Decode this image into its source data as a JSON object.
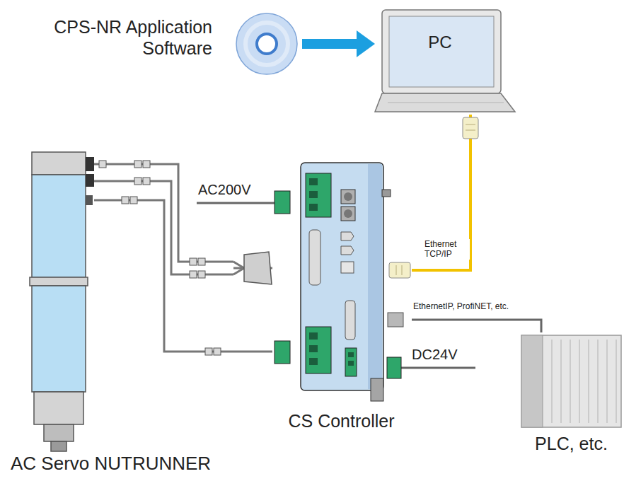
{
  "diagram": {
    "nodes": [
      {
        "text": [
          "CPS-NR Application Software"
        ]
      },
      {
        "text": [
          "PC"
        ]
      },
      {
        "text": [
          "AC Servo NUTRUNNER"
        ]
      },
      {
        "text": [
          "CS Controller"
        ]
      },
      {
        "text": [
          "PLC, etc."
        ]
      }
    ],
    "edges": [
      {
        "from": 0,
        "to": 1,
        "arrow": "to"
      },
      {
        "from": 1,
        "to": 3,
        "label": "Ethernet TCP/IP",
        "arrow": "none"
      },
      {
        "from": 3,
        "to": 4,
        "label": "EthernetIP, ProfiNET, etc.",
        "arrow": "none"
      },
      {
        "from": 2,
        "to": 3,
        "arrow": "none"
      },
      {
        "from": 2,
        "to": 3,
        "arrow": "none"
      }
    ],
    "labels": [
      "AC200V",
      "DC24V"
    ]
  }
}
